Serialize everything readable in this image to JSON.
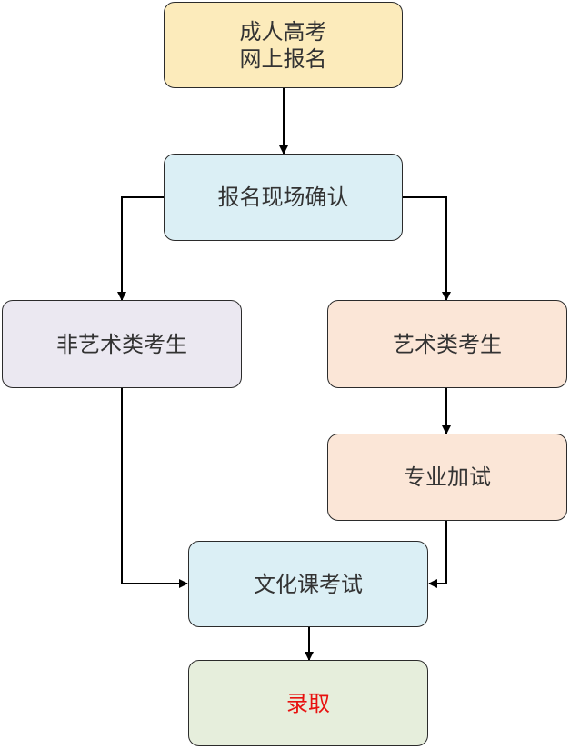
{
  "nodes": {
    "start": {
      "label": "成人高考\n网上报名",
      "fill": "#fcebbb"
    },
    "confirm": {
      "label": "报名现场确认",
      "fill": "#dbeff5"
    },
    "non_art": {
      "label": "非艺术类考生",
      "fill": "#ebe8f1"
    },
    "art": {
      "label": "艺术类考生",
      "fill": "#fbe6d7"
    },
    "special_exam": {
      "label": "专业加试",
      "fill": "#fbe6d7"
    },
    "culture_exam": {
      "label": "文化课考试",
      "fill": "#dbeff5"
    },
    "admission": {
      "label": "录取",
      "fill": "#e6eedc",
      "text_color": "#e8110f"
    }
  },
  "edges": [
    {
      "from": "start",
      "to": "confirm"
    },
    {
      "from": "confirm",
      "to": "non_art"
    },
    {
      "from": "confirm",
      "to": "art"
    },
    {
      "from": "art",
      "to": "special_exam"
    },
    {
      "from": "non_art",
      "to": "culture_exam"
    },
    {
      "from": "special_exam",
      "to": "culture_exam"
    },
    {
      "from": "culture_exam",
      "to": "admission"
    }
  ],
  "line_color": "#000000"
}
